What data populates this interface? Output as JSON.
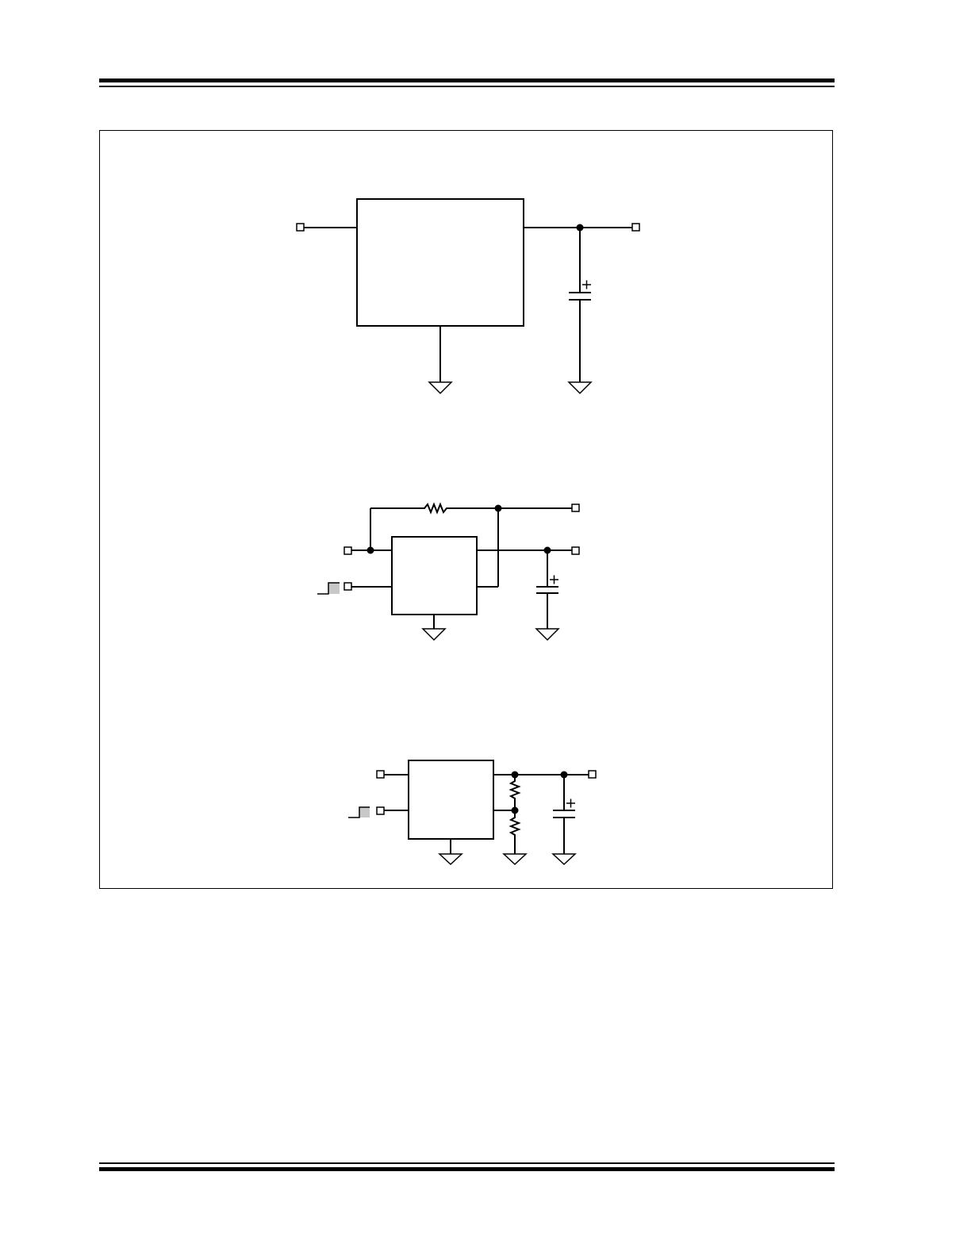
{
  "colors": {
    "ink": "#000000",
    "paper": "#ffffff",
    "pulse_fill": "#c8c8c8"
  },
  "figure": {
    "circuits": [
      {
        "name": "basic-regulator-circuit"
      },
      {
        "name": "regulator-with-feedback-resistor-circuit"
      },
      {
        "name": "regulator-with-divider-circuit"
      }
    ]
  }
}
